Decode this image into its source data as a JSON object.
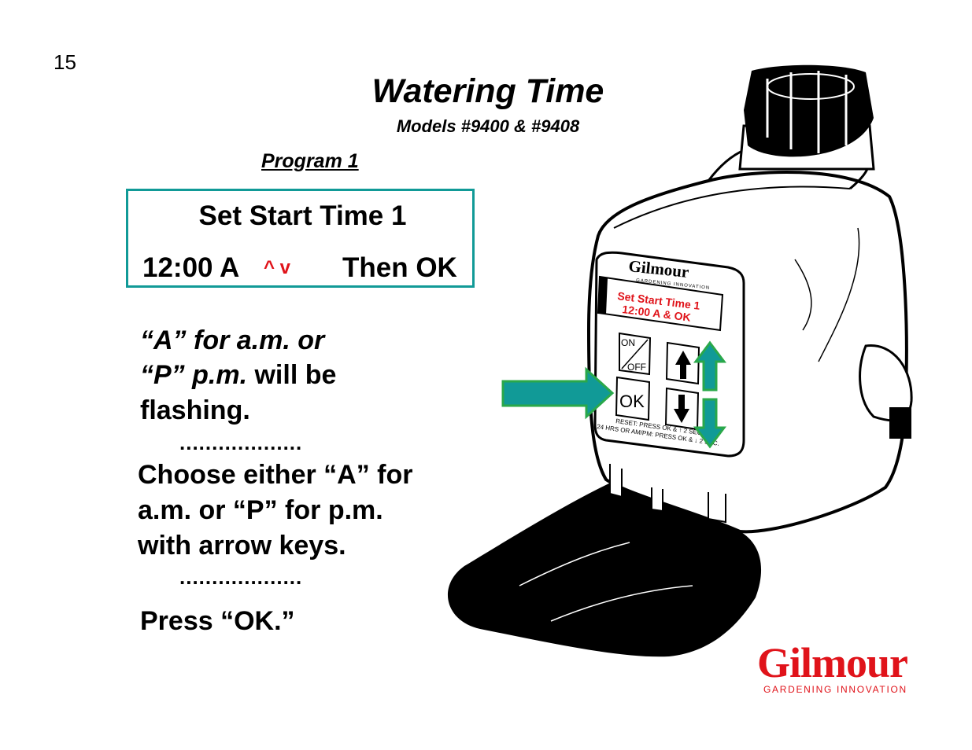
{
  "page": {
    "number": "15"
  },
  "header": {
    "title": "Watering Time",
    "subtitle": "Models #9400 & #9408",
    "program": "Program 1"
  },
  "lcd": {
    "line1": "Set Start Time 1",
    "time": "12:00 A",
    "arrows": "^ v",
    "then": "Then OK"
  },
  "instructions": {
    "note_a_italic": "“A” for a.m. or",
    "note_p_italic": "“P” p.m.",
    "note_p_rest": " will be",
    "note_end": "flashing.",
    "separator": "...................",
    "step_line1": "Choose either “A” for",
    "step_line2": "a.m. or “P” for p.m.",
    "step_line3": "with arrow keys.",
    "press": "Press “OK.”"
  },
  "device": {
    "brand": "Gilmour",
    "tagline": "GARDENING INNOVATION",
    "screen_line1": "Set Start Time 1",
    "screen_line2": "12:00 A  & OK",
    "key_on": "ON",
    "key_off": "OFF",
    "key_ok": "OK",
    "reset_text": "RESET: PRESS OK & ↑ 2 SEC.",
    "ampm_text": "24 HRS OR AM/PM: PRESS OK & ↓ 2 SEC."
  },
  "logo": {
    "word": "Gilmour",
    "tagline": "GARDENING INNOVATION"
  },
  "colors": {
    "teal": "#119a97",
    "red": "#e0131a",
    "green": "#2aa84a"
  },
  "icons": [
    "up-arrow-icon",
    "down-arrow-icon",
    "pointer-arrow-icon"
  ]
}
